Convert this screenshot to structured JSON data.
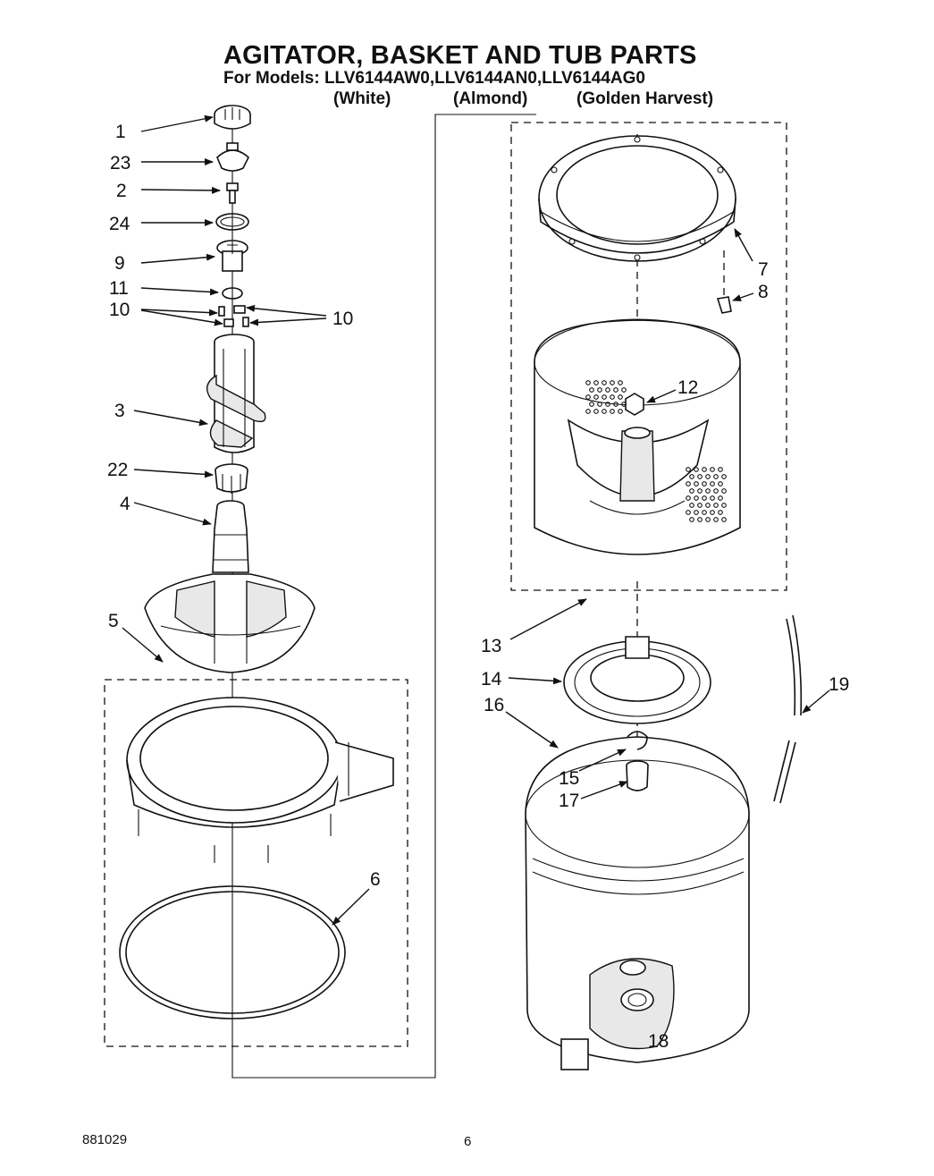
{
  "header": {
    "title": "AGITATOR, BASKET AND TUB PARTS",
    "models_line": "For Models: LLV6144AW0,LLV6144AN0,LLV6144AG0",
    "variants": [
      "(White)",
      "(Almond)",
      "(Golden Harvest)"
    ]
  },
  "callouts": {
    "c1": "1",
    "c23": "23",
    "c2": "2",
    "c24": "24",
    "c9": "9",
    "c11": "11",
    "c10a": "10",
    "c10b": "10",
    "c3": "3",
    "c22": "22",
    "c4": "4",
    "c5": "5",
    "c6": "6",
    "c7": "7",
    "c8": "8",
    "c12": "12",
    "c13": "13",
    "c14": "14",
    "c16": "16",
    "c15": "15",
    "c17": "17",
    "c18": "18",
    "c19": "19"
  },
  "footer": {
    "doc_number": "881029",
    "page_number": "6"
  }
}
